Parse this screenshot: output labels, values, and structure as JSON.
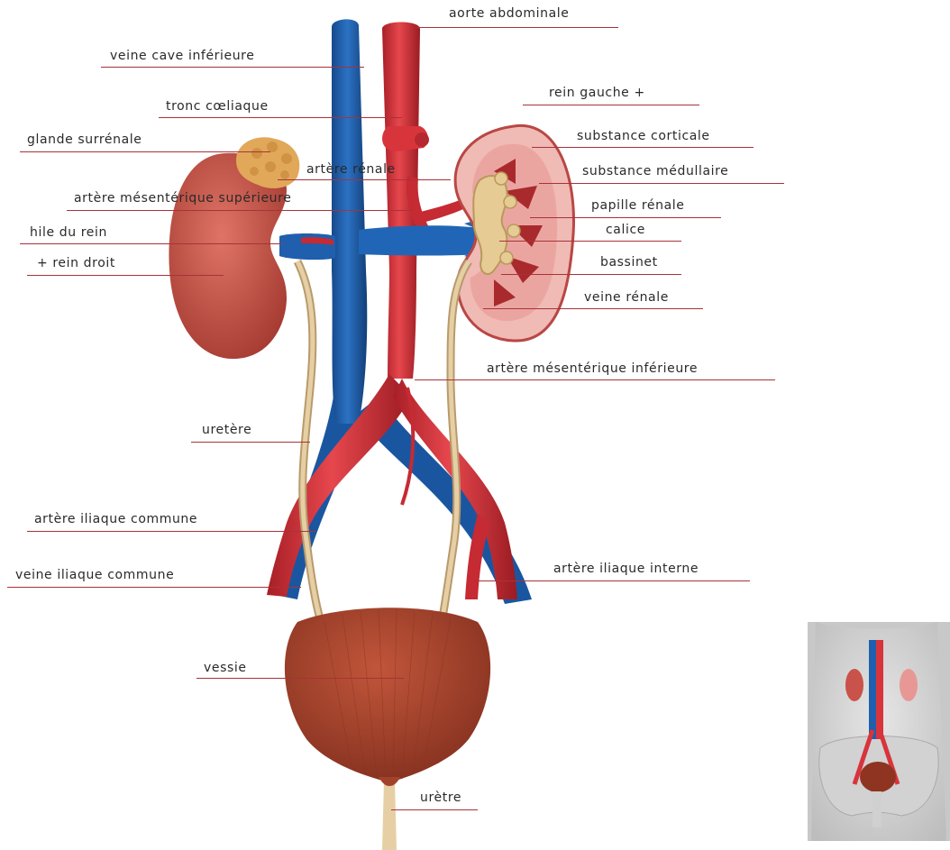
{
  "colors": {
    "vein": "#1f5fae",
    "artery": "#d8343c",
    "kidney": "#c9524a",
    "cortex": "#f2b7b4",
    "adrenal": "#e5b060",
    "ureter": "#d9b98a",
    "bladder": "#a9462e",
    "leader": "#a8323a"
  },
  "labels": {
    "aorte_abdominale": "aorte abdominale",
    "veine_cave_inferieure": "veine cave inférieure",
    "tronc_coeliaque": "tronc cœliaque",
    "rein_gauche": "rein gauche +",
    "glande_surrenale": "glande surrénale",
    "substance_corticale": "substance corticale",
    "artere_renale": "artère rénale",
    "substance_medullaire": "substance médullaire",
    "artere_mesenterique_superieure": "artère mésentérique supérieure",
    "papille_renale": "papille rénale",
    "hile_du_rein": "hile du rein",
    "calice": "calice",
    "rein_droit": "+ rein droit",
    "bassinet": "bassinet",
    "veine_renale": "veine rénale",
    "artere_mesenterique_inferieure": "artère mésentérique inférieure",
    "uretere": "uretère",
    "artere_iliaque_commune": "artère iliaque commune",
    "veine_iliaque_commune": "veine iliaque commune",
    "artere_iliaque_interne": "artère iliaque interne",
    "vessie": "vessie",
    "uretre": "urètre"
  }
}
